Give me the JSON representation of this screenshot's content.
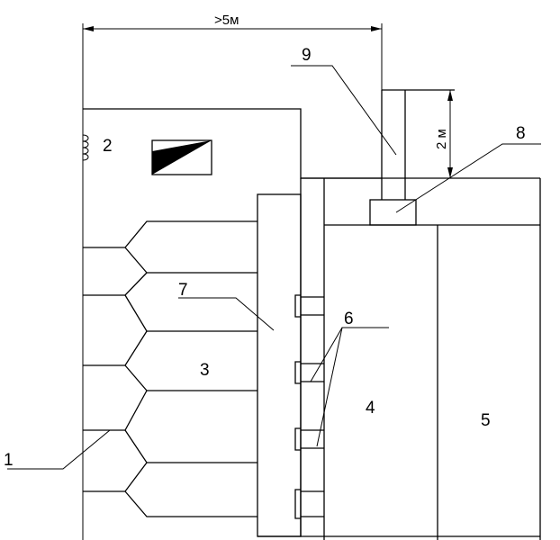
{
  "dimensions": {
    "width_label": ">5м",
    "height_label": "2 м"
  },
  "labels": {
    "l1": "1",
    "l2": "2",
    "l3": "3",
    "l4": "4",
    "l5": "5",
    "l6": "6",
    "l7": "7",
    "l8": "8",
    "l9": "9"
  },
  "colors": {
    "line": "#000000",
    "fill": "#000000",
    "background": "#ffffff"
  }
}
